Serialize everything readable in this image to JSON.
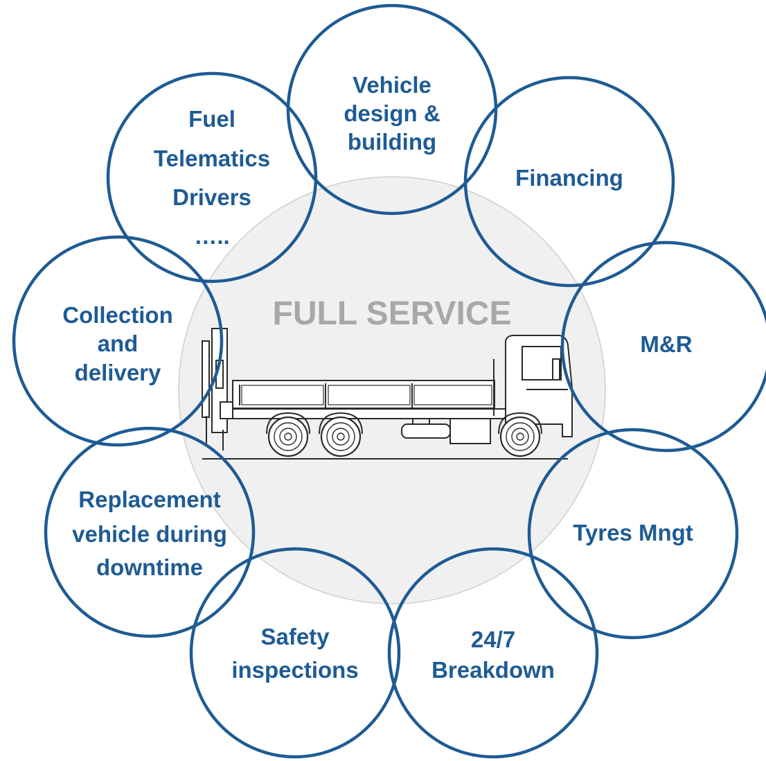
{
  "colors": {
    "ring": "#1e5b94",
    "ring_light": "#8fa9c2",
    "text": "#1e5b94",
    "hub_fill": "#f0f0f0",
    "hub_stroke": "#cfcfcf",
    "center_text": "#a8a8a8"
  },
  "center": {
    "label": "FULL SERVICE",
    "image": "flatbed-crane-truck"
  },
  "services": [
    {
      "id": "vehicle-design",
      "lines": [
        "Vehicle",
        "design &",
        "building"
      ]
    },
    {
      "id": "financing",
      "lines": [
        "Financing"
      ]
    },
    {
      "id": "m-and-r",
      "lines": [
        "M&R"
      ]
    },
    {
      "id": "tyres",
      "lines": [
        "Tyres Mngt"
      ]
    },
    {
      "id": "breakdown",
      "lines": [
        "24/7",
        "Breakdown"
      ]
    },
    {
      "id": "safety",
      "lines": [
        "Safety",
        "inspections"
      ]
    },
    {
      "id": "replacement",
      "lines": [
        "Replacement",
        "vehicle during",
        "downtime"
      ]
    },
    {
      "id": "collection",
      "lines": [
        "Collection",
        "and",
        "delivery"
      ]
    },
    {
      "id": "fuel-telematics",
      "lines": [
        "Fuel",
        "Telematics",
        "Drivers",
        "….."
      ]
    }
  ]
}
